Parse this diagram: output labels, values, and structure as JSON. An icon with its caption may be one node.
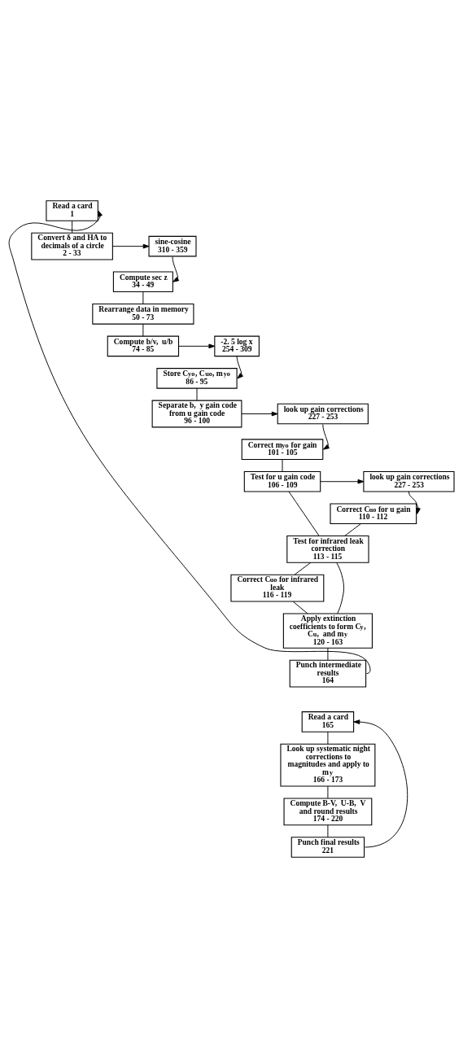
{
  "diagram": {
    "nodes": [
      {
        "text": [
          "Read a card",
          "1"
        ]
      },
      {
        "text": [
          "Convert δ and HA to decimals of a circle",
          "2 - 33"
        ]
      },
      {
        "text": [
          "sine-cosine",
          "310 - 359"
        ]
      },
      {
        "text": [
          "Compute sec z",
          "34 - 49"
        ]
      },
      {
        "text": [
          "Rearrange data in memory",
          "50 - 73"
        ]
      },
      {
        "text": [
          "Compute b/v,  u/b",
          "74 - 85"
        ]
      },
      {
        "text": [
          "-2. 5 log x",
          "254 - 309"
        ]
      },
      {
        "text": [
          "Store C$_{yo}$, C$_{uo}$, m$_{yo}$",
          "86 - 95"
        ]
      },
      {
        "text": [
          "Separate b,  y gain code from u gain code",
          "96 - 100"
        ]
      },
      {
        "text": [
          "look up gain corrections",
          "227 - 253"
        ]
      },
      {
        "text": [
          "Correct m$_{yo}$ for gain",
          "101 - 105"
        ]
      },
      {
        "text": [
          "Test for u gain code",
          "106 - 109"
        ]
      },
      {
        "text": [
          "look up gain corrections",
          "227 - 253"
        ]
      },
      {
        "text": [
          "Correct C$_{uo}$ for u gain",
          "110 - 112"
        ]
      },
      {
        "text": [
          "Test for infrared leak correction",
          "113 - 115"
        ]
      },
      {
        "text": [
          "Correct C$_{uo}$ for infrared leak",
          "116 - 119"
        ]
      },
      {
        "text": [
          "Apply extinction coefficients to form C$_{y}$,  C$_{u}$,  and m$_{y}$",
          "120 - 163"
        ]
      },
      {
        "text": [
          "Punch intermediate results",
          "164"
        ]
      },
      {
        "text": [
          "Read a card",
          "165"
        ]
      },
      {
        "text": [
          "Look up systematic night corrections to magnitudes and apply to m$_{y}$",
          "166 - 173"
        ]
      },
      {
        "text": [
          "Compute B-V,  U-B,  V and round results",
          "174 - 220"
        ]
      },
      {
        "text": [
          "Punch final results",
          "221"
        ]
      }
    ],
    "edges": [
      {
        "from": 0,
        "to": 1,
        "arrow": "none"
      },
      {
        "from": 1,
        "to": 2,
        "arrow": "to"
      },
      {
        "from": 2,
        "to": 3,
        "arrow": "to"
      },
      {
        "from": 3,
        "to": 4,
        "arrow": "none"
      },
      {
        "from": 4,
        "to": 5,
        "arrow": "none"
      },
      {
        "from": 5,
        "to": 6,
        "arrow": "to"
      },
      {
        "from": 6,
        "to": 7,
        "arrow": "to"
      },
      {
        "from": 7,
        "to": 8,
        "arrow": "none"
      },
      {
        "from": 8,
        "to": 9,
        "arrow": "to"
      },
      {
        "from": 9,
        "to": 10,
        "arrow": "to"
      },
      {
        "from": 10,
        "to": 11,
        "arrow": "none"
      },
      {
        "from": 11,
        "to": 12,
        "arrow": "to"
      },
      {
        "from": 12,
        "to": 13,
        "arrow": "to"
      },
      {
        "from": 11,
        "to": 14,
        "arrow": "none"
      },
      {
        "from": 13,
        "to": 14,
        "arrow": "none"
      },
      {
        "from": 14,
        "to": 16,
        "arrow": "none"
      },
      {
        "from": 14,
        "to": 15,
        "arrow": "none"
      },
      {
        "from": 15,
        "to": 16,
        "arrow": "none"
      },
      {
        "from": 16,
        "to": 17,
        "arrow": "none"
      },
      {
        "from": 17,
        "to": 0,
        "arrow": "to"
      },
      {
        "from": 18,
        "to": 19,
        "arrow": "none"
      },
      {
        "from": 19,
        "to": 20,
        "arrow": "none"
      },
      {
        "from": 20,
        "to": 21,
        "arrow": "none"
      },
      {
        "from": 21,
        "to": 18,
        "arrow": "to"
      }
    ]
  }
}
